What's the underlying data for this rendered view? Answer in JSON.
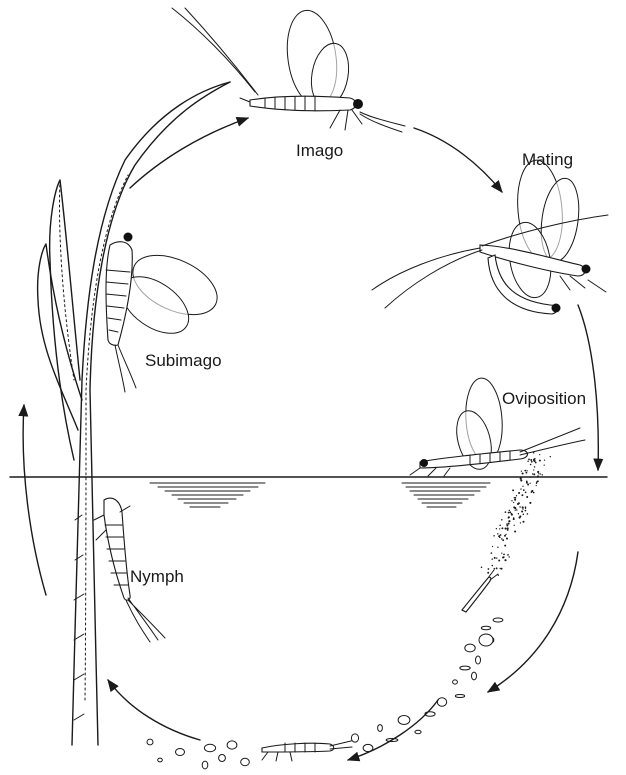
{
  "labels": {
    "imago": "Imago",
    "mating": "Mating",
    "subimago": "Subimago",
    "oviposition": "Oviposition",
    "nymph": "Nymph"
  },
  "colors": {
    "ink": "#1a1a1a",
    "background": "#ffffff"
  }
}
